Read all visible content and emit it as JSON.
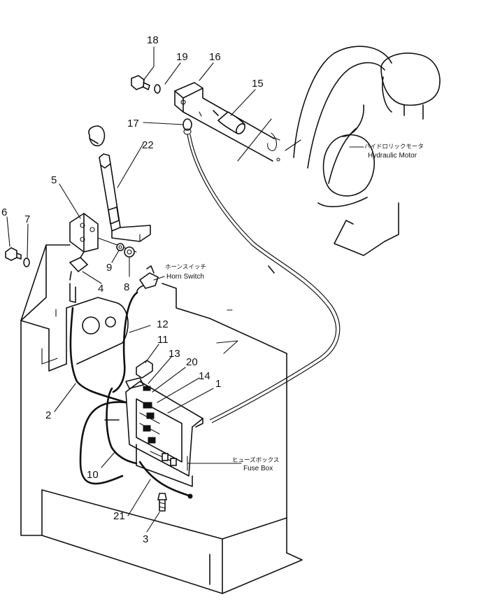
{
  "part_numbers": [
    {
      "id": "p1",
      "text": "1"
    },
    {
      "id": "p2",
      "text": "2"
    },
    {
      "id": "p3",
      "text": "3"
    },
    {
      "id": "p4",
      "text": "4"
    },
    {
      "id": "p5",
      "text": "5"
    },
    {
      "id": "p6",
      "text": "6"
    },
    {
      "id": "p7",
      "text": "7"
    },
    {
      "id": "p8",
      "text": "8"
    },
    {
      "id": "p9",
      "text": "9"
    },
    {
      "id": "p10",
      "text": "10"
    },
    {
      "id": "p11",
      "text": "11"
    },
    {
      "id": "p12",
      "text": "12"
    },
    {
      "id": "p13",
      "text": "13"
    },
    {
      "id": "p14",
      "text": "14"
    },
    {
      "id": "p15",
      "text": "15"
    },
    {
      "id": "p16",
      "text": "16"
    },
    {
      "id": "p17",
      "text": "17"
    },
    {
      "id": "p18",
      "text": "18"
    },
    {
      "id": "p19",
      "text": "19"
    },
    {
      "id": "p20",
      "text": "20"
    },
    {
      "id": "p21",
      "text": "21"
    },
    {
      "id": "p22",
      "text": "22"
    }
  ],
  "callouts": {
    "hydraulic_motor": {
      "jp": "ハイドロリックモータ",
      "en": "Hydraulic Motor"
    },
    "horn_switch": {
      "jp": "ホーンスイッチ",
      "en": "Horn Switch"
    },
    "fuse_box": {
      "jp": "ヒューズボックス",
      "en": "Fuse Box"
    }
  }
}
